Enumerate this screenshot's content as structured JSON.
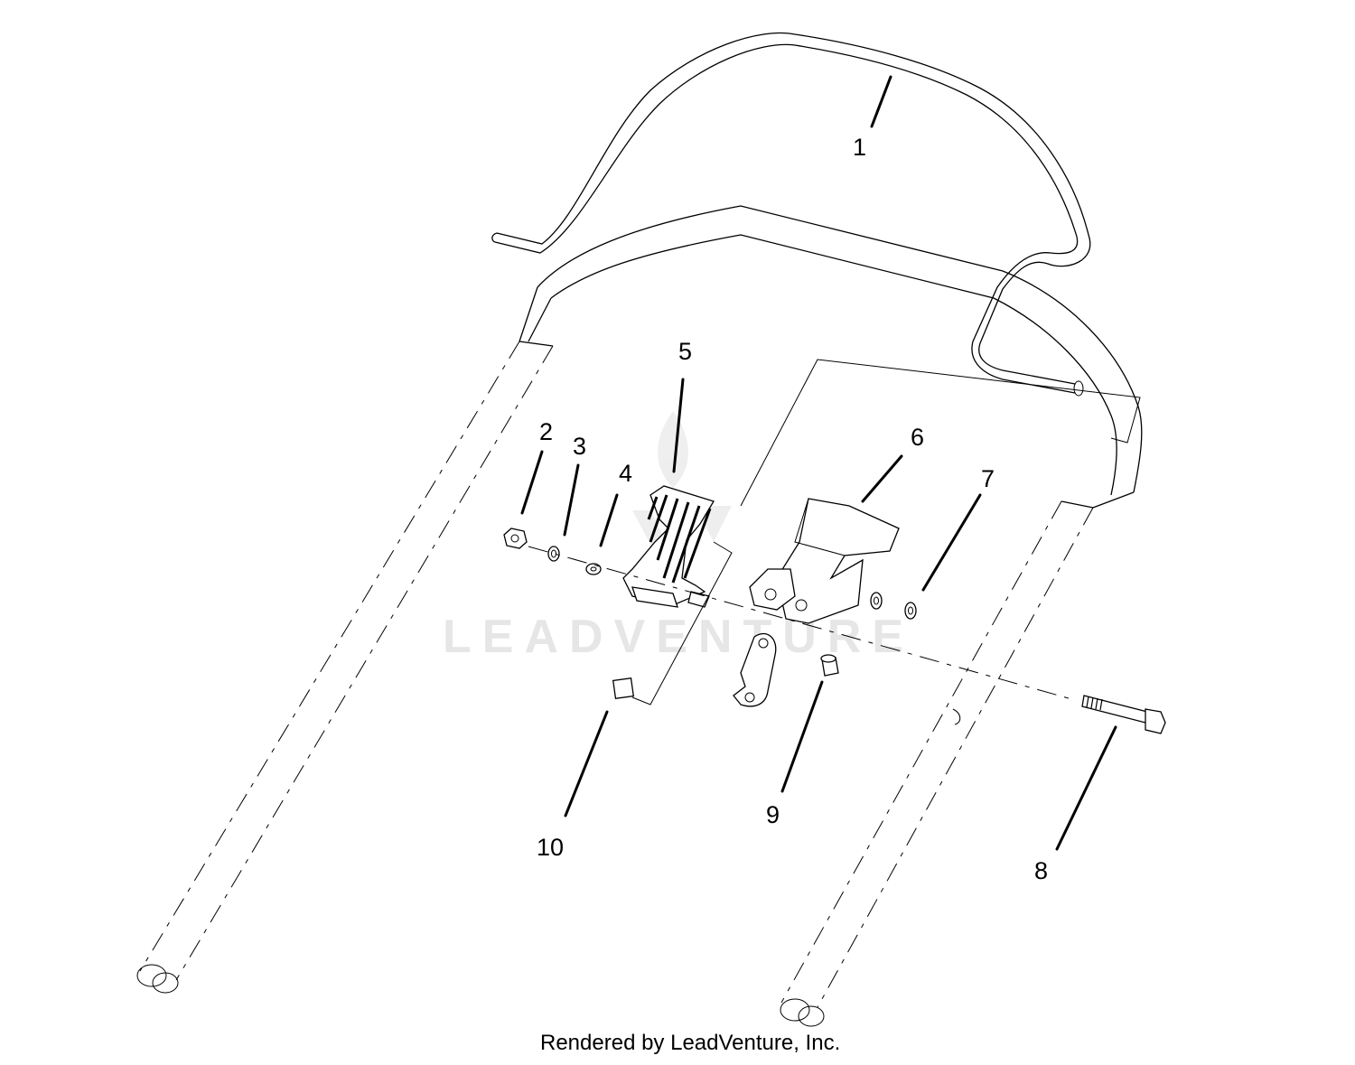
{
  "diagram": {
    "callouts": [
      "1",
      "2",
      "3",
      "4",
      "5",
      "6",
      "7",
      "8",
      "9",
      "10"
    ],
    "watermark": "LEADVENTURE",
    "footer": "Rendered by LeadVenture, Inc."
  }
}
